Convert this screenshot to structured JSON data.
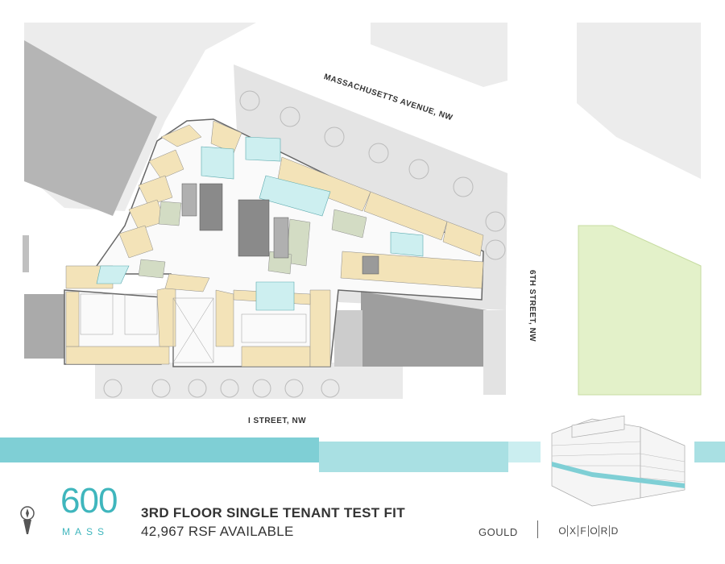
{
  "streets": {
    "massachusetts": "MASSACHUSETTS AVENUE, NW",
    "sixth": "6TH STREET, NW",
    "i_street": "I STREET, NW"
  },
  "brand": {
    "number": "600",
    "word": "MASS"
  },
  "title": "3RD FLOOR SINGLE TENANT TEST FIT",
  "subtitle": "42,967 RSF AVAILABLE",
  "partners": {
    "gould": "GOULD",
    "oxford_letters": [
      "O",
      "X",
      "F",
      "O",
      "R",
      "D"
    ]
  },
  "colors": {
    "accent": "#3fb6bd",
    "office": "#f3e3b8",
    "conference": "#cdeff0",
    "workspace": "#d3dcc4",
    "core": "#8a8a8a",
    "park": "#e3f1c9",
    "context": "#e6e6e6"
  }
}
